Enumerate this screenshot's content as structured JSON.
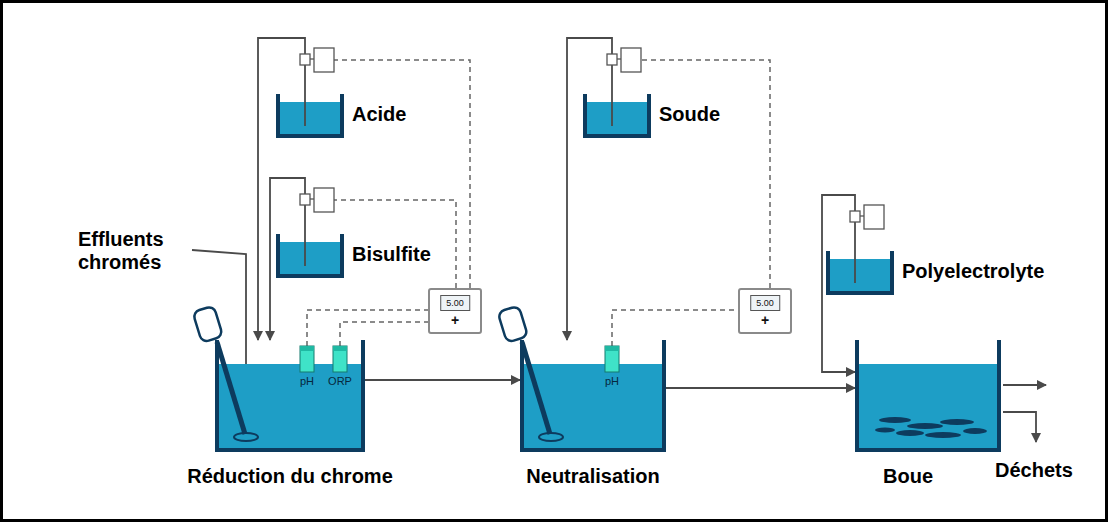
{
  "diagram": {
    "nodes": [
      {
        "text": [
          "Acide"
        ]
      },
      {
        "text": [
          "Bisulfite"
        ]
      },
      {
        "text": [
          "Soude"
        ]
      },
      {
        "text": [
          "Polyelectrolyte"
        ]
      },
      {
        "text": [
          "5.00",
          "+"
        ]
      },
      {
        "text": [
          "5.00",
          "+"
        ]
      },
      {
        "text": [
          "Réduction du chrome"
        ]
      },
      {
        "text": [
          "pH"
        ],
        "in": 6
      },
      {
        "text": [
          "ORP"
        ],
        "in": 6
      },
      {
        "text": [
          "Neutralisation"
        ]
      },
      {
        "text": [
          "pH"
        ],
        "in": 9
      },
      {
        "text": [
          "Boue"
        ]
      }
    ],
    "edges": [
      {
        "from": 0,
        "to": 6,
        "arrow": "to"
      },
      {
        "from": 1,
        "to": 6,
        "arrow": "to"
      },
      {
        "from": 4,
        "to": 0,
        "arrow": "none"
      },
      {
        "from": 4,
        "to": 1,
        "arrow": "none"
      },
      {
        "from": 7,
        "to": 4,
        "arrow": "none"
      },
      {
        "from": 8,
        "to": 4,
        "arrow": "none"
      },
      {
        "from": 6,
        "to": 9,
        "arrow": "to"
      },
      {
        "from": 2,
        "to": 9,
        "arrow": "to"
      },
      {
        "from": 5,
        "to": 2,
        "arrow": "none"
      },
      {
        "from": 10,
        "to": 5,
        "arrow": "none"
      },
      {
        "from": 9,
        "to": 11,
        "arrow": "to"
      },
      {
        "from": 3,
        "to": 11,
        "arrow": "to"
      }
    ],
    "labels": [
      "Effluents chromés",
      "Déchets"
    ]
  }
}
